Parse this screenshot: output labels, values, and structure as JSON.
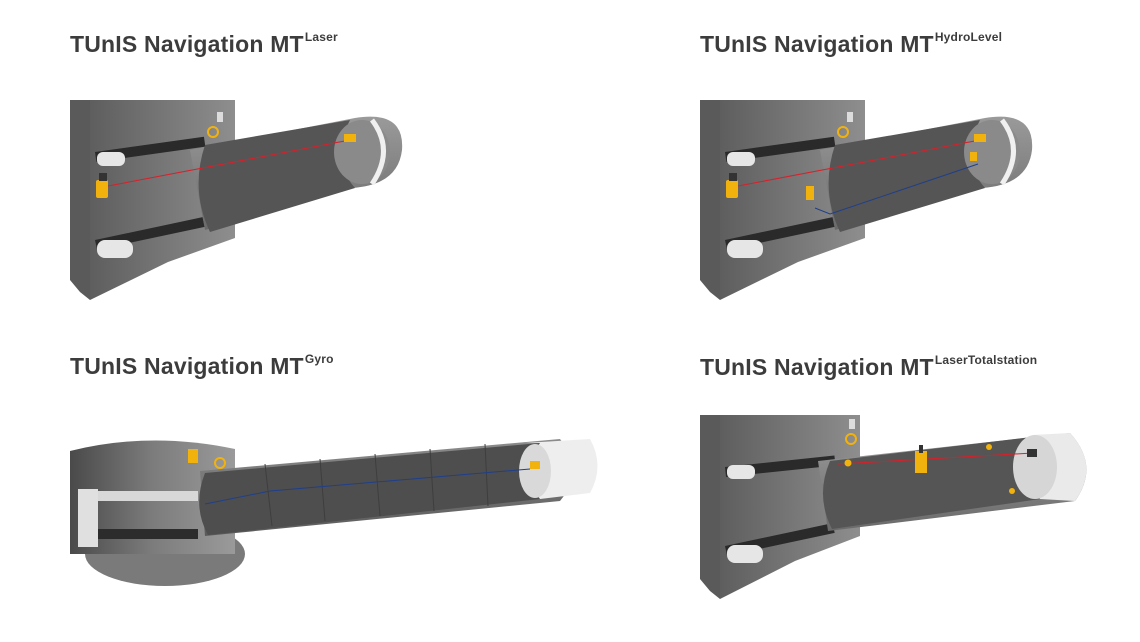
{
  "panels": [
    {
      "title": "TUnIS Navigation MT",
      "superscript": "Laser"
    },
    {
      "title": "TUnIS Navigation MT",
      "superscript": "HydroLevel"
    },
    {
      "title": "TUnIS Navigation MT",
      "superscript": "Gyro"
    },
    {
      "title": "TUnIS Navigation MT",
      "superscript": "LaserTotalstation"
    }
  ],
  "colors": {
    "concrete_dark": "#6f6f6f",
    "concrete_mid": "#8c8c8c",
    "concrete_light": "#a8a8a8",
    "tube_inner": "#5c5c5c",
    "shield": "#e8e8e8",
    "laser_beam": "#d8202a",
    "hydro_line": "#1f3f8a",
    "instrument": "#f2b20e"
  }
}
